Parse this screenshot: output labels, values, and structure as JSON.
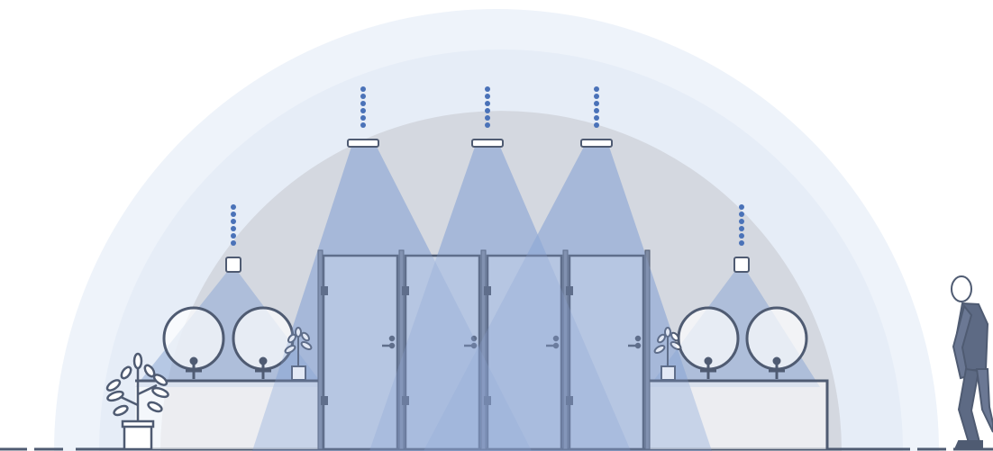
{
  "illustration": {
    "subject": "restroom-lighting-sensors",
    "colors": {
      "background": "#ffffff",
      "outer_glow": "#eef3fa",
      "middle_glow": "#e4ebf5",
      "inner_dome": "#d6d9e0",
      "light_beam": "#8ea9d6",
      "outline": "#4f5b72",
      "signal_dots": "#4a72b8",
      "person_suit": "#5d6a84",
      "person_head": "#ffffff"
    },
    "icons": [
      "ceiling-light-icon",
      "wall-light-icon",
      "signal-dots-icon",
      "door-handle-icon",
      "mirror-icon",
      "faucet-icon",
      "potted-plant-icon",
      "walking-person-icon"
    ],
    "stall_count": 4,
    "mirror_count": 4,
    "ceiling_light_count": 3,
    "wall_light_count": 2
  }
}
